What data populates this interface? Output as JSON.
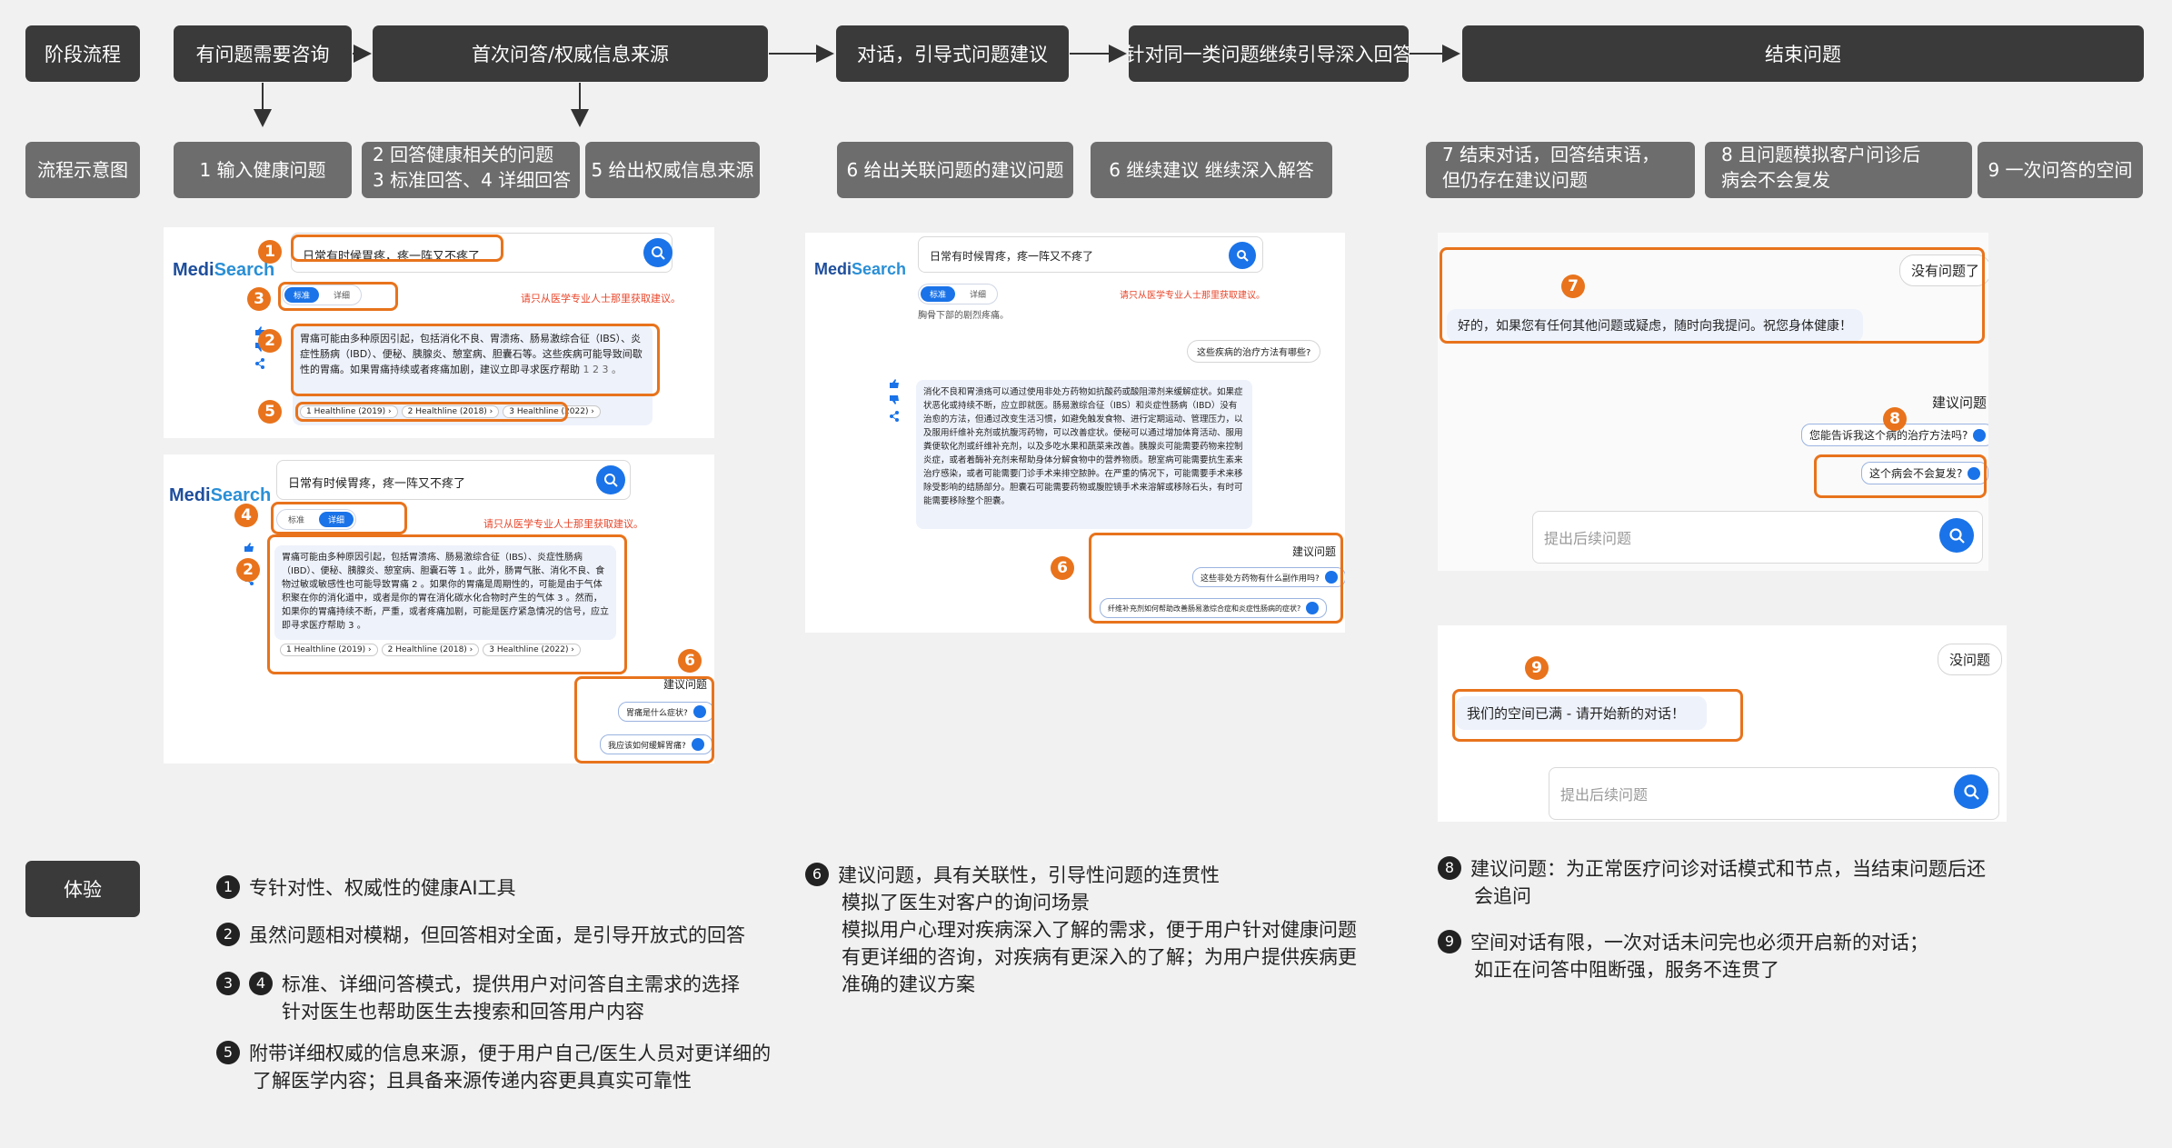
{
  "row_labels": {
    "stages": "阶段流程",
    "flow": "流程示意图",
    "experience": "体验"
  },
  "stages": [
    "有问题需要咨询",
    "首次问答/权威信息来源",
    "对话，引导式问题建议",
    "针对同一类问题继续引导深入回答",
    "结束问题"
  ],
  "flow_steps": [
    {
      "line1": "1 输入健康问题"
    },
    {
      "line1": "2 回答健康相关的问题",
      "line2": "3 标准回答、4 详细回答"
    },
    {
      "line1": "5 给出权威信息来源"
    },
    {
      "line1": "6 给出关联问题的建议问题"
    },
    {
      "line1": "6 继续建议 继续深入解答"
    },
    {
      "line1": "7 结束对话，回答结束语，",
      "line2": "但仍存在建议问题"
    },
    {
      "line1": "8 且问题模拟客户问诊后",
      "line2": "病会不会复发"
    },
    {
      "line1": "9 一次问答的空间"
    }
  ],
  "logo": {
    "a": "Medi",
    "b": "Search"
  },
  "mock1": {
    "query": "日常有时候胃疼，疼一阵又不疼了",
    "toggle": [
      "标准",
      "详细"
    ],
    "warning": "请只从医学专业人士那里获取建议。",
    "answer": "胃痛可能由多种原因引起，包括消化不良、胃溃疡、肠易激综合征（IBS）、炎症性肠病（IBD）、便秘、胰腺炎、憩室病、胆囊石等。这些疾病可能导致间歇性的胃痛。如果胃痛持续或者疼痛加剧，建议立即寻求医疗帮助",
    "refs": "1 2 3 。",
    "sources": [
      "1 Healthline (2019) ›",
      "2 Healthline (2018) ›",
      "3 Healthline (2022) ›"
    ]
  },
  "mock2": {
    "query": "日常有时候胃疼，疼一阵又不疼了",
    "toggle": [
      "标准",
      "详细"
    ],
    "warning": "请只从医学专业人士那里获取建议。",
    "answer": "胃痛可能由多种原因引起，包括胃溃疡、肠易激综合征（IBS）、炎症性肠病（IBD）、便秘、胰腺炎、憩室病、胆囊石等 1 。此外，肠胃气胀、消化不良、食物过敏或敏感性也可能导致胃痛 2 。如果你的胃痛是周期性的，可能是由于气体积聚在你的消化道中，或者是你的胃在消化碳水化合物时产生的气体 3 。然而，如果你的胃痛持续不断，严重，或者疼痛加剧，可能是医疗紧急情况的信号，应立即寻求医疗帮助 3 。",
    "sources": [
      "1 Healthline (2019) ›",
      "2 Healthline (2018) ›",
      "3 Healthline (2022) ›"
    ],
    "sugg_title": "建议问题",
    "suggestions": [
      "胃痛是什么症状?",
      "我应该如何缓解胃痛?"
    ]
  },
  "mock3": {
    "query": "日常有时候胃疼，疼一阵又不疼了",
    "toggle": [
      "标准",
      "详细"
    ],
    "warning": "请只从医学专业人士那里获取建议。",
    "cut_text": "胸骨下部的剧烈疼痛。",
    "user_q": "这些疾病的治疗方法有哪些?",
    "answer": "消化不良和胃溃疡可以通过使用非处方药物如抗酸药或酸阻滞剂来缓解症状。如果症状恶化或持续不断，应立即就医。肠易激综合征（IBS）和炎症性肠病（IBD）没有治愈的方法，但通过改变生活习惯，如避免触发食物、进行定期运动、管理压力，以及服用纤维补充剂或抗腹泻药物，可以改善症状。便秘可以通过增加体育活动、服用粪便软化剂或纤维补充剂，以及多吃水果和蔬菜来改善。胰腺炎可能需要药物来控制炎症，或者着酶补充剂来帮助身体分解食物中的营养物质。憩室病可能需要抗生素来治疗感染，或者可能需要门诊手术来排空脓肿。在严重的情况下，可能需要手术来移除受影响的结肠部分。胆囊石可能需要药物或腹腔镜手术来溶解或移除石头，有时可能需要移除整个胆囊。",
    "sugg_title": "建议问题",
    "suggestions": [
      "这些非处方药物有什么副作用吗?",
      "纤维补充剂如何帮助改善肠易激综合症和炎症性肠病的症状?"
    ]
  },
  "mock4": {
    "user_msg": "没有问题了",
    "bot_msg": "好的，如果您有任何其他问题或疑虑，随时向我提问。祝您身体健康！",
    "sugg_title": "建议问题",
    "suggestions": [
      "您能告诉我这个病的治疗方法吗?",
      "这个病会不会复发?"
    ],
    "placeholder": "提出后续问题"
  },
  "mock5": {
    "user_msg": "没问题",
    "bot_msg": "我们的空间已满 - 请开始新的对话！",
    "placeholder": "提出后续问题"
  },
  "markers": [
    "1",
    "2",
    "3",
    "4",
    "5",
    "6",
    "7",
    "8",
    "9"
  ],
  "experience": {
    "e1": {
      "n": "1",
      "text": "专针对性、权威性的健康AI工具"
    },
    "e2": {
      "n": "2",
      "text": "虽然问题相对模糊，但回答相对全面，是引导开放式的回答"
    },
    "e34": {
      "n1": "3",
      "n2": "4",
      "line1": "标准、详细问答模式，提供用户对问答自主需求的选择",
      "line2": "针对医生也帮助医生去搜索和回答用户内容"
    },
    "e5": {
      "n": "5",
      "line1": "附带详细权威的信息来源，便于用户自己/医生人员对更详细的",
      "line2": "了解医学内容；且具备来源传递内容更具真实可靠性"
    },
    "e6": {
      "n": "6",
      "line1": "建议问题，具有关联性，引导性问题的连贯性",
      "line2": "模拟了医生对客户的询问场景",
      "line3": "模拟用户心理对疾病深入了解的需求，便于用户针对健康问题",
      "line4": "有更详细的咨询，对疾病有更深入的了解；为用户提供疾病更",
      "line5": "准确的建议方案"
    },
    "e8": {
      "n": "8",
      "line1": "建议问题：为正常医疗问诊对话模式和节点，当结束问题后还",
      "line2": "会追问"
    },
    "e9": {
      "n": "9",
      "line1": "空间对话有限，一次对话未问完也必须开启新的对话；",
      "line2": "如正在问答中阻断强，服务不连贯了"
    }
  },
  "colors": {
    "dark": "#3a3a3a",
    "gray": "#6d6d6d",
    "accent": "#e8731c",
    "brand": "#1a73e8"
  }
}
